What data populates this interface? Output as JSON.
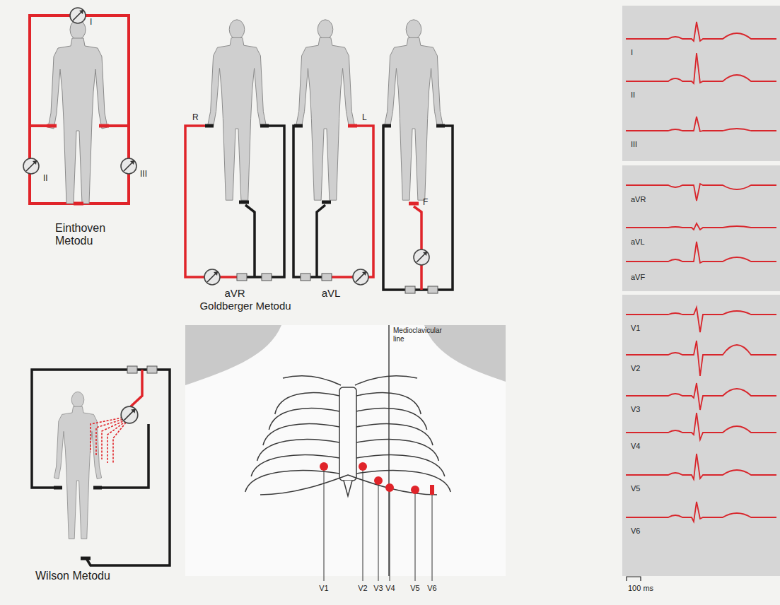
{
  "diagram": {
    "labels": [
      "I",
      "II",
      "III",
      "Einthoven Metodu",
      "R",
      "L",
      "F",
      "aVR",
      "Goldberger Metodu",
      "aVL",
      "Wilson Metodu",
      "Medioclavicular line",
      "V1",
      "V2",
      "V3",
      "V4",
      "V5",
      "V6",
      "I",
      "II",
      "III",
      "aVR",
      "aVL",
      "aVF",
      "V1",
      "V2",
      "V3",
      "V4",
      "V5",
      "V6",
      "100 ms"
    ]
  }
}
